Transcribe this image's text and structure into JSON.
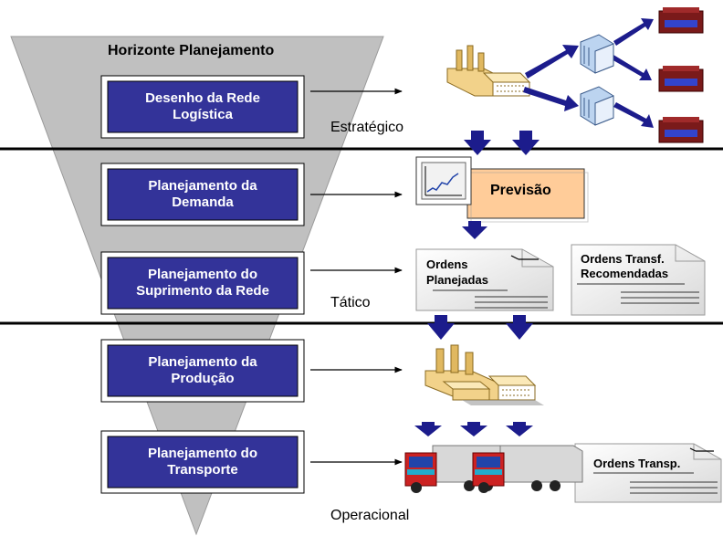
{
  "title": "Horizonte Planejamento",
  "boxes": [
    {
      "line1": "Desenho da Rede",
      "line2": "Logística"
    },
    {
      "line1": "Planejamento da",
      "line2": "Demanda"
    },
    {
      "line1": "Planejamento do",
      "line2": "Suprimento da Rede"
    },
    {
      "line1": "Planejamento da",
      "line2": "Produção"
    },
    {
      "line1": "Planejamento do",
      "line2": "Transporte"
    }
  ],
  "levels": {
    "strategic": "Estratégico",
    "tactical": "Tático",
    "operational": "Operacional"
  },
  "forecast": "Previsão",
  "docs": {
    "planned_line1": "Ordens",
    "planned_line2": "Planejadas",
    "transfer_line1": "Ordens Transf.",
    "transfer_line2": "Recomendadas",
    "transport": "Ordens Transp."
  },
  "colors": {
    "funnel": "#c0c0c0",
    "box_fill": "#333399",
    "arrow_blue": "#1c1c8c",
    "forecast_fill": "#ffcc99"
  }
}
